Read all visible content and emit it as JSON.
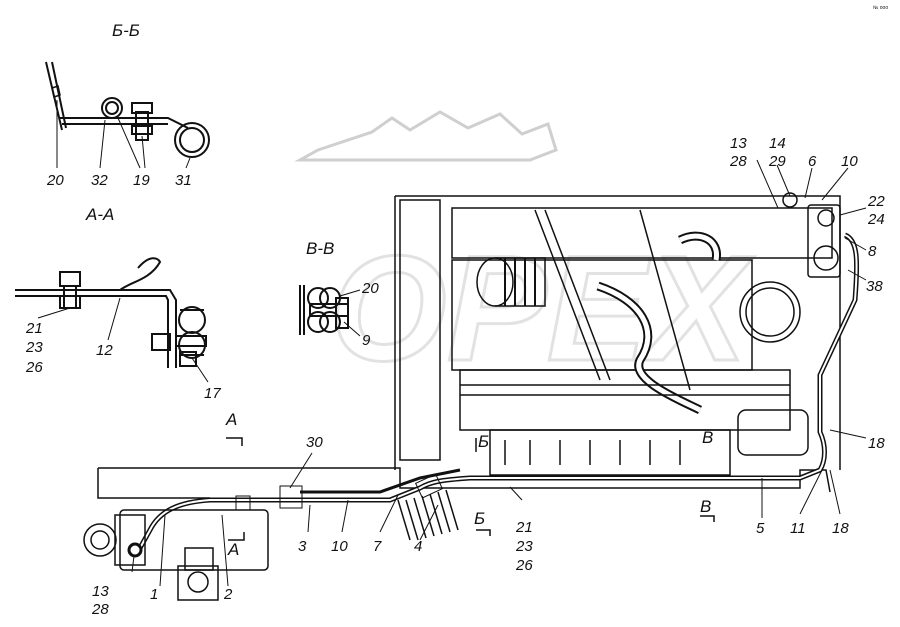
{
  "diagram": {
    "mark": "№ ooo",
    "watermark": "OPEX",
    "sections": {
      "bb": "Б-Б",
      "aa": "А-А",
      "vv": "В-В"
    },
    "cut_marks": {
      "a_top": "А",
      "a_bottom": "А",
      "b_left": "Б",
      "b_bottom": "Б",
      "v_main": "В",
      "v_bottom": "В"
    },
    "callouts": {
      "bb": {
        "c20": "20",
        "c32": "32",
        "c19": "19",
        "c31": "31"
      },
      "aa": {
        "c21": "21",
        "c23": "23",
        "c26": "26",
        "c12": "12",
        "c17": "17"
      },
      "vv": {
        "c20": "20",
        "c9": "9"
      },
      "top_right": {
        "c13": "13",
        "c28": "28",
        "c14": "14",
        "c29": "29",
        "c6": "6",
        "c10": "10",
        "c22": "22",
        "c24": "24",
        "c8": "8",
        "c38": "38",
        "c18": "18"
      },
      "bottom": {
        "c30": "30",
        "c3": "3",
        "c10": "10",
        "c7": "7",
        "c4": "4",
        "c21": "21",
        "c23": "23",
        "c26": "26",
        "c5": "5",
        "c11": "11",
        "c18": "18",
        "c13": "13",
        "c28": "28",
        "c1": "1",
        "c2": "2"
      }
    }
  }
}
